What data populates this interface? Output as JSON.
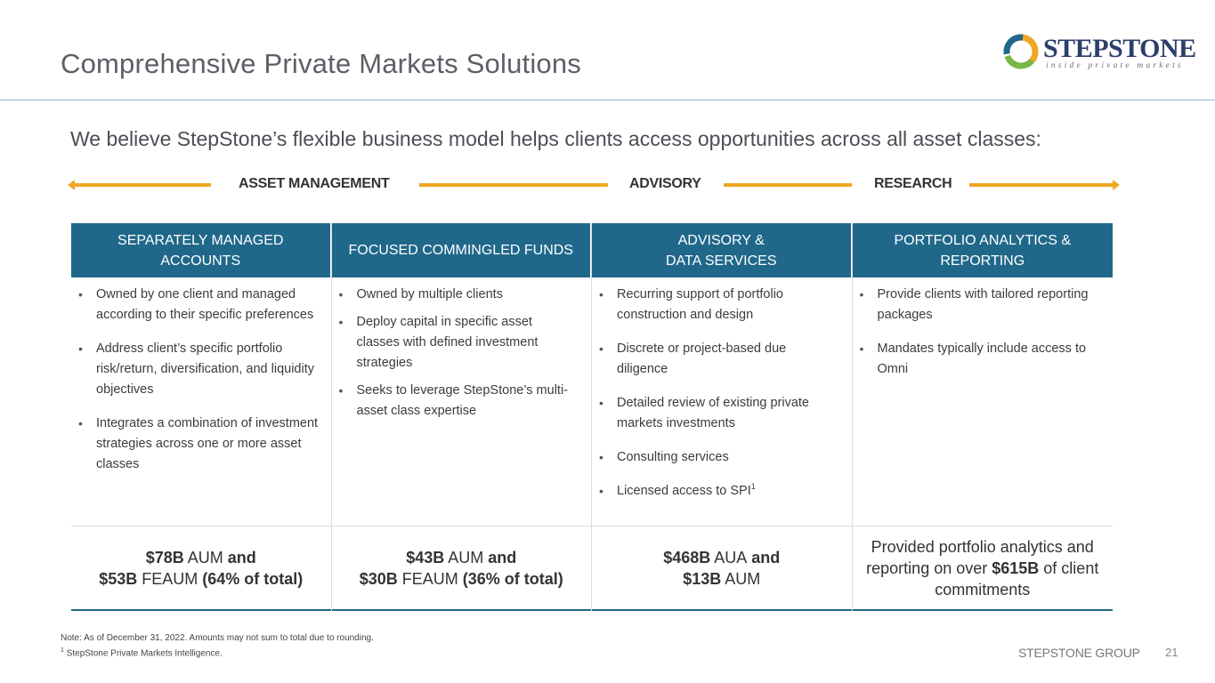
{
  "header": {
    "title": "Comprehensive Private Markets Solutions",
    "logo_name": "STEPSTONE",
    "logo_tagline": "inside private markets",
    "logo_colors": [
      "#f0a723",
      "#7ab648",
      "#20688a"
    ]
  },
  "subtitle": "We believe StepStone’s flexible business model helps clients access opportunities across all asset classes:",
  "spectrum": {
    "labels": [
      "ASSET MANAGEMENT",
      "ADVISORY",
      "RESEARCH"
    ],
    "accent_color": "#f0a723"
  },
  "columns": [
    {
      "header": "SEPARATELY MANAGED\nACCOUNTS",
      "bullets": [
        "Owned by one client and managed according to their specific preferences",
        "Address client’s specific portfolio risk/return, diversification, and liquidity objectives",
        "Integrates a combination of investment strategies across one or more asset classes"
      ],
      "footer": {
        "line1_value": "$78B",
        "line1_unit": " AUM",
        "line1_conj": " and",
        "line2_value": "$53B",
        "line2_unit": " FEAUM",
        "line2_extra": " (64% of total)"
      }
    },
    {
      "header": "FOCUSED COMMINGLED FUNDS",
      "bullets": [
        "Owned by multiple clients",
        "Deploy capital in specific asset classes with defined investment strategies",
        "Seeks to leverage StepStone’s multi-asset class expertise"
      ],
      "footer": {
        "line1_value": "$43B",
        "line1_unit": " AUM",
        "line1_conj": " and",
        "line2_value": "$30B",
        "line2_unit": " FEAUM",
        "line2_extra": " (36% of total)"
      }
    },
    {
      "header": "ADVISORY &\nDATA SERVICES",
      "bullets": [
        "Recurring support of portfolio construction and design",
        "Discrete or project-based due diligence",
        "Detailed review of existing private markets investments",
        "Consulting services",
        "Licensed access to SPI"
      ],
      "bullet_superscript": "1",
      "footer": {
        "line1_value": "$468B",
        "line1_unit": " AUA",
        "line1_conj": " and",
        "line2_value": "$13B",
        "line2_unit": " AUM",
        "line2_extra": ""
      }
    },
    {
      "header": "PORTFOLIO ANALYTICS &\nREPORTING",
      "bullets": [
        "Provide clients with tailored reporting packages",
        "Mandates typically include access to Omni"
      ],
      "footer": {
        "pre": "Provided portfolio analytics and reporting on over ",
        "value": "$615B",
        "post": " of client commitments"
      }
    }
  ],
  "footnotes": {
    "note": "Note: As of December 31, 2022. Amounts may not sum to total due to rounding.",
    "ref_mark": "1",
    "ref_text": " StepStone Private Markets Intelligence."
  },
  "footer": {
    "brand": "STEPSTONE GROUP",
    "page_number": "21"
  },
  "colors": {
    "header_fill": "#20688a",
    "title_text": "#5b5f66"
  }
}
